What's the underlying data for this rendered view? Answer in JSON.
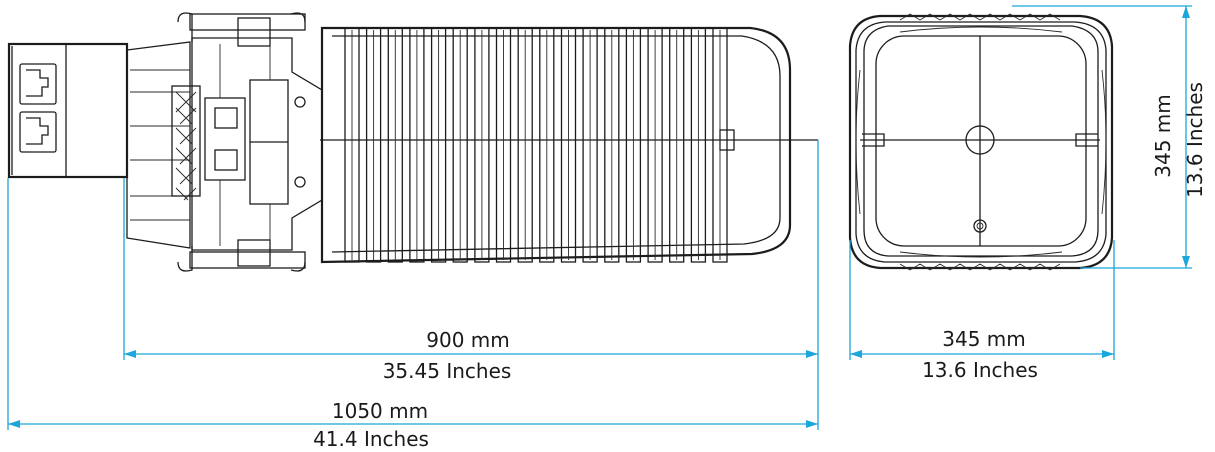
{
  "colors": {
    "dimension_line": "#1ba6dc",
    "drawing_line": "#1c1c1c",
    "text": "#1a1a1a"
  },
  "dimensions": {
    "inner_length": {
      "value": "900 mm",
      "alt": "35.45 Inches"
    },
    "total_length": {
      "value": "1050 mm",
      "alt": "41.4 Inches"
    },
    "end_width": {
      "value": "345 mm",
      "alt": "13.6 Inches"
    },
    "end_height": {
      "value": "345 mm",
      "alt": "13.6 Inches"
    }
  },
  "side_view": {
    "rib_count": 18
  }
}
